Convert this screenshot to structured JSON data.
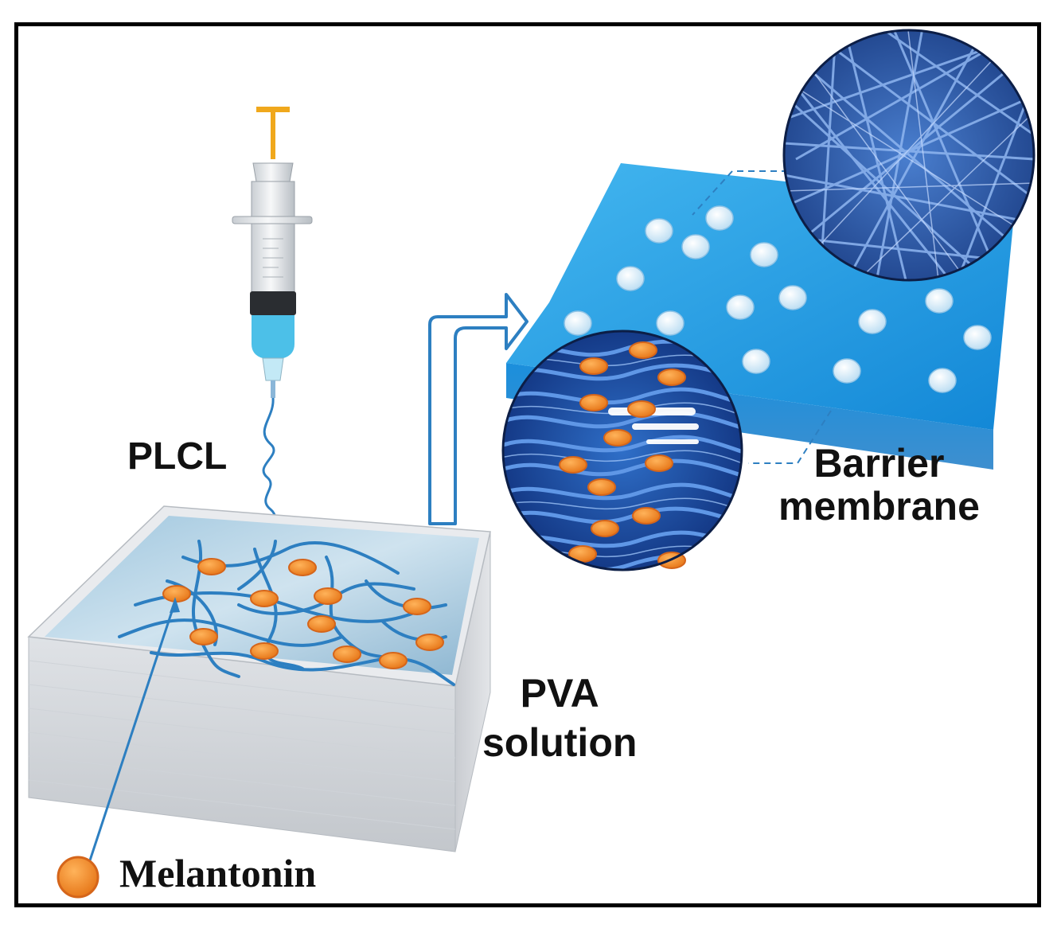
{
  "labels": {
    "plcl": "PLCL",
    "pva_line1": "PVA",
    "pva_line2": "solution",
    "barrier_line1": "Barrier",
    "barrier_line2": "membrane",
    "melantonin": "Melantonin"
  },
  "colors": {
    "fiber_blue": "#2d7fc1",
    "membrane_blue": "#1e9ae0",
    "orange": "#f08a2c",
    "syringe_liquid": "#4cc0e8",
    "plunger": "#f0a81c",
    "outline": "#000000"
  }
}
